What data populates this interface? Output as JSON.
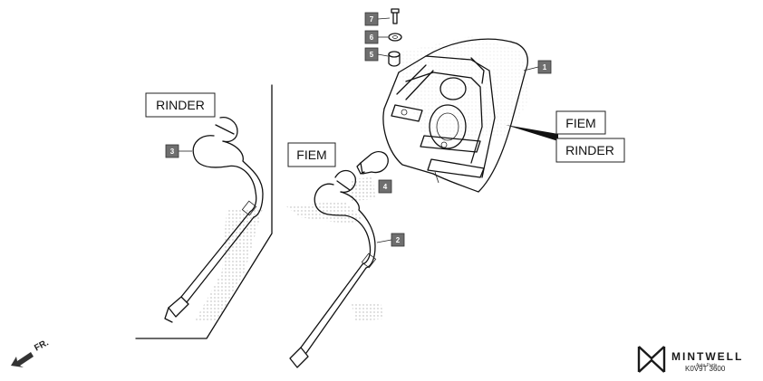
{
  "labels": {
    "rinder_left": "RINDER",
    "fiem_center": "FIEM",
    "fiem_right": "FIEM",
    "rinder_right": "RINDER"
  },
  "parts": [
    "1",
    "2",
    "3",
    "4",
    "5",
    "6",
    "7"
  ],
  "direction": "FR.",
  "brand": {
    "name": "MINTWELL",
    "tagline": "Auto Parts",
    "code": "K0V9T 3600"
  },
  "colors": {
    "line": "#111111",
    "part_box": "#6f6f6f"
  }
}
